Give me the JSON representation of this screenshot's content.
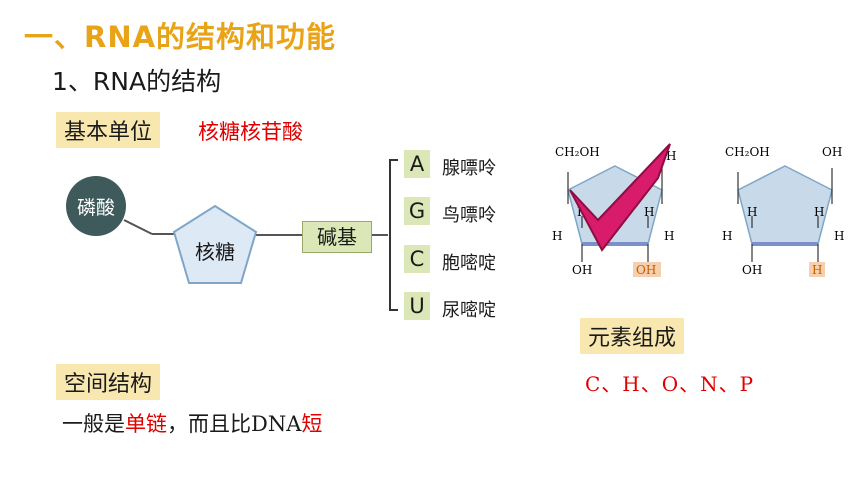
{
  "slide": {
    "title": "一、RNA的结构和功能",
    "subtitle": "1、RNA的结构"
  },
  "basic_unit": {
    "label": "基本单位",
    "value": "核糖核苷酸"
  },
  "diagram": {
    "phosphate": "磷酸",
    "sugar": "核糖",
    "base": "碱基",
    "bases": [
      {
        "letter": "A",
        "name": "腺嘌呤"
      },
      {
        "letter": "G",
        "name": "鸟嘌呤"
      },
      {
        "letter": "C",
        "name": "胞嘧啶"
      },
      {
        "letter": "U",
        "name": "尿嘧啶"
      }
    ]
  },
  "spatial": {
    "label": "空间结构",
    "desc_prefix": "一般是",
    "desc_highlight1": "单链",
    "desc_middle": "，而且比",
    "desc_dna": "DNA",
    "desc_highlight2": "短"
  },
  "sugars": {
    "left": {
      "ch2oh": "CH₂OH",
      "oh_right": "H",
      "h1": "H",
      "h2": "H",
      "h3": "H",
      "h4": "H",
      "oh_bottom_left": "OH",
      "oh_bottom_right": "OH"
    },
    "right": {
      "ch2oh": "CH₂OH",
      "oh_right": "OH",
      "h1": "H",
      "h2": "H",
      "h3": "H",
      "h4": "H",
      "oh_bottom_left": "OH",
      "oh_bottom_right": "H"
    }
  },
  "elements": {
    "label": "元素组成",
    "value": "C、H、O、N、P"
  },
  "colors": {
    "title": "#e8a317",
    "highlight_red": "#e00000",
    "tag_bg": "#f9e7b0",
    "base_bg": "#dbe7b7",
    "sugar_fill": "#c8daea",
    "check": "#d81b6a"
  }
}
